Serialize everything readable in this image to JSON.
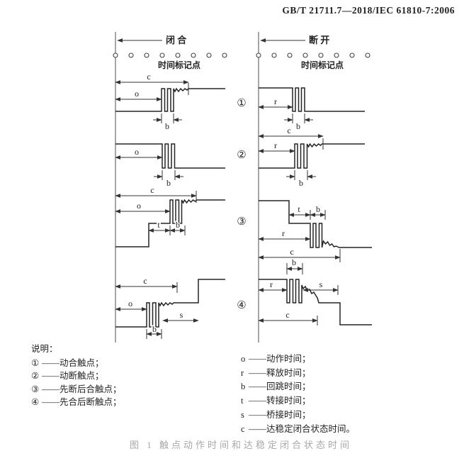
{
  "header": {
    "standard_number": "GB/T 21711.7—2018/IEC 61810-7:2006"
  },
  "diagram": {
    "close_label": "闭 合",
    "open_label": "断 开",
    "time_marks_label": "时间标记点",
    "row_markers": [
      "①",
      "②",
      "③",
      "④"
    ],
    "symbols": {
      "operate": "o",
      "release": "r",
      "bounce": "b",
      "transfer": "t",
      "bridging": "s",
      "stable_close": "c"
    }
  },
  "legend": {
    "title": "说明：",
    "connector": "——",
    "contacts": [
      {
        "symbol": "①",
        "label": "动合触点；"
      },
      {
        "symbol": "②",
        "label": "动断触点；"
      },
      {
        "symbol": "③",
        "label": "先断后合触点；"
      },
      {
        "symbol": "④",
        "label": "先合后断触点；"
      }
    ],
    "times": [
      {
        "symbol": "o",
        "label": "动作时间；"
      },
      {
        "symbol": "r",
        "label": "释放时间；"
      },
      {
        "symbol": "b",
        "label": "回跳时间；"
      },
      {
        "symbol": "t",
        "label": "转接时间；"
      },
      {
        "symbol": "s",
        "label": "桥接时间；"
      },
      {
        "symbol": "c",
        "label": "达稳定闭合状态时间。"
      }
    ]
  },
  "caption_partial": "图 1 触点动作时间和达稳定闭合状态时间"
}
